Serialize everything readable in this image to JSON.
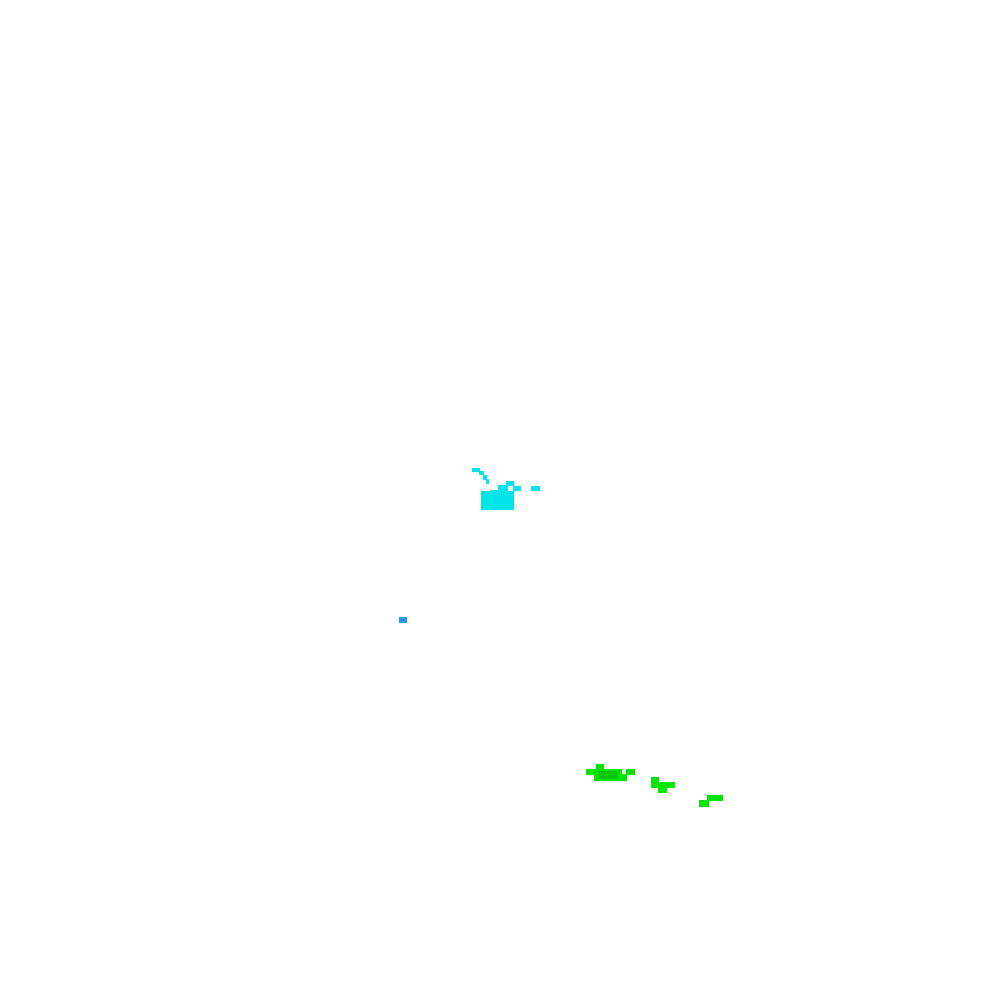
{
  "map": {
    "background_color": "#ffffff",
    "layer": "precipitation-intensity",
    "intensity_colors": {
      "light_cyan": "#00e5ea",
      "blue": "#1e9be6",
      "green": "#00e600",
      "dark_green": "#00c800"
    },
    "echo_clusters": [
      {
        "name": "cyan-echo-cluster",
        "color_key": "light_cyan"
      },
      {
        "name": "blue-echo-speck",
        "color_key": "blue"
      },
      {
        "name": "green-echo-cluster-west",
        "color_key": "green"
      },
      {
        "name": "green-echo-cluster-middle",
        "color_key": "green"
      },
      {
        "name": "green-echo-cluster-east",
        "color_key": "green"
      }
    ]
  }
}
